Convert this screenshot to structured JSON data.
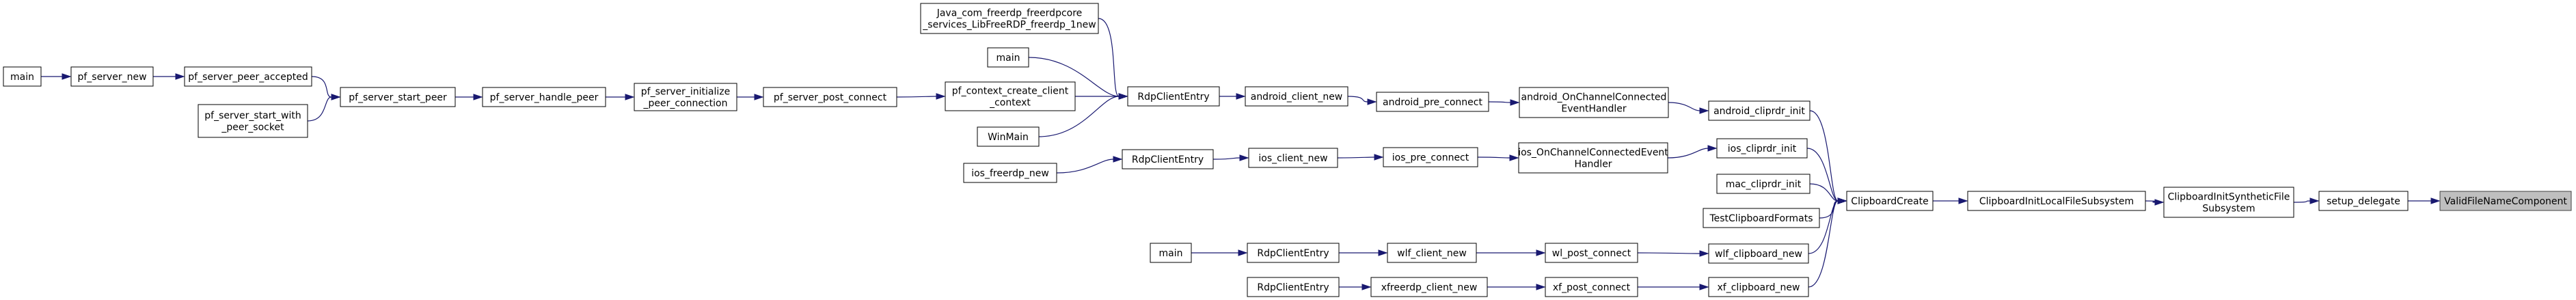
{
  "graph": {
    "colors": {
      "edge": "#191970",
      "node_border": "#000000",
      "node_fill": "#ffffff",
      "highlight_fill": "#bfbfbf"
    },
    "nodes": [
      {
        "id": "main1",
        "lines": [
          "main"
        ],
        "interactable": true
      },
      {
        "id": "pf_server_new",
        "lines": [
          "pf_server_new"
        ],
        "interactable": true
      },
      {
        "id": "pf_server_peer_accepted",
        "lines": [
          "pf_server_peer_accepted"
        ],
        "interactable": true
      },
      {
        "id": "pf_server_start_with_peer_socket",
        "lines": [
          "pf_server_start_with",
          "_peer_socket"
        ],
        "interactable": true
      },
      {
        "id": "pf_server_start_peer",
        "lines": [
          "pf_server_start_peer"
        ],
        "interactable": true
      },
      {
        "id": "pf_server_handle_peer",
        "lines": [
          "pf_server_handle_peer"
        ],
        "interactable": true
      },
      {
        "id": "pf_server_initialize_peer_connection",
        "lines": [
          "pf_server_initialize",
          "_peer_connection"
        ],
        "interactable": true
      },
      {
        "id": "pf_server_post_connect",
        "lines": [
          "pf_server_post_connect"
        ],
        "interactable": true
      },
      {
        "id": "java_libfreerdp",
        "lines": [
          "Java_com_freerdp_freerdpcore",
          "_services_LibFreeRDP_freerdp_1new"
        ],
        "interactable": true
      },
      {
        "id": "main2",
        "lines": [
          "main"
        ],
        "interactable": true
      },
      {
        "id": "pf_context_create_client_context",
        "lines": [
          "pf_context_create_client",
          "_context"
        ],
        "interactable": true
      },
      {
        "id": "winmain",
        "lines": [
          "WinMain"
        ],
        "interactable": true
      },
      {
        "id": "rdpclient1",
        "lines": [
          "RdpClientEntry"
        ],
        "interactable": true
      },
      {
        "id": "android_client_new",
        "lines": [
          "android_client_new"
        ],
        "interactable": true
      },
      {
        "id": "android_pre_connect",
        "lines": [
          "android_pre_connect"
        ],
        "interactable": true
      },
      {
        "id": "android_onchannel",
        "lines": [
          "android_OnChannelConnected",
          "EventHandler"
        ],
        "interactable": true
      },
      {
        "id": "android_cliprdr_init",
        "lines": [
          "android_cliprdr_init"
        ],
        "interactable": true
      },
      {
        "id": "ios_freerdp_new",
        "lines": [
          "ios_freerdp_new"
        ],
        "interactable": true
      },
      {
        "id": "rdpclient2",
        "lines": [
          "RdpClientEntry"
        ],
        "interactable": true
      },
      {
        "id": "ios_client_new",
        "lines": [
          "ios_client_new"
        ],
        "interactable": true
      },
      {
        "id": "ios_pre_connect",
        "lines": [
          "ios_pre_connect"
        ],
        "interactable": true
      },
      {
        "id": "ios_onchannel",
        "lines": [
          "ios_OnChannelConnectedEvent",
          "Handler"
        ],
        "interactable": true
      },
      {
        "id": "ios_cliprdr_init",
        "lines": [
          "ios_cliprdr_init"
        ],
        "interactable": true
      },
      {
        "id": "mac_cliprdr_init",
        "lines": [
          "mac_cliprdr_init"
        ],
        "interactable": true
      },
      {
        "id": "testclipboardformats",
        "lines": [
          "TestClipboardFormats"
        ],
        "interactable": true
      },
      {
        "id": "clipboardcreate",
        "lines": [
          "ClipboardCreate"
        ],
        "interactable": true
      },
      {
        "id": "clipboardinitlocalfilesubsystem",
        "lines": [
          "ClipboardInitLocalFileSubsystem"
        ],
        "interactable": true
      },
      {
        "id": "clipboardinitsyntheticfilesubsystem",
        "lines": [
          "ClipboardInitSyntheticFile",
          "Subsystem"
        ],
        "interactable": true
      },
      {
        "id": "setup_delegate",
        "lines": [
          "setup_delegate"
        ],
        "interactable": true
      },
      {
        "id": "validfilenamecomponent",
        "lines": [
          "ValidFileNameComponent"
        ],
        "interactable": false,
        "highlight": true
      },
      {
        "id": "main3",
        "lines": [
          "main"
        ],
        "interactable": true
      },
      {
        "id": "rdpclient3",
        "lines": [
          "RdpClientEntry"
        ],
        "interactable": true
      },
      {
        "id": "wlf_client_new",
        "lines": [
          "wlf_client_new"
        ],
        "interactable": true
      },
      {
        "id": "wl_post_connect",
        "lines": [
          "wl_post_connect"
        ],
        "interactable": true
      },
      {
        "id": "wlf_clipboard_new",
        "lines": [
          "wlf_clipboard_new"
        ],
        "interactable": true
      },
      {
        "id": "rdpclient4",
        "lines": [
          "RdpClientEntry"
        ],
        "interactable": true
      },
      {
        "id": "xfreerdp_client_new",
        "lines": [
          "xfreerdp_client_new"
        ],
        "interactable": true
      },
      {
        "id": "xf_post_connect",
        "lines": [
          "xf_post_connect"
        ],
        "interactable": true
      },
      {
        "id": "xf_clipboard_new",
        "lines": [
          "xf_clipboard_new"
        ],
        "interactable": true
      }
    ],
    "edges": [
      [
        "main1",
        "pf_server_new"
      ],
      [
        "pf_server_new",
        "pf_server_peer_accepted"
      ],
      [
        "pf_server_peer_accepted",
        "pf_server_start_peer"
      ],
      [
        "pf_server_start_with_peer_socket",
        "pf_server_start_peer"
      ],
      [
        "pf_server_start_peer",
        "pf_server_handle_peer"
      ],
      [
        "pf_server_handle_peer",
        "pf_server_initialize_peer_connection"
      ],
      [
        "pf_server_initialize_peer_connection",
        "pf_server_post_connect"
      ],
      [
        "pf_server_post_connect",
        "pf_context_create_client_context"
      ],
      [
        "java_libfreerdp",
        "rdpclient1"
      ],
      [
        "main2",
        "rdpclient1"
      ],
      [
        "pf_context_create_client_context",
        "rdpclient1"
      ],
      [
        "winmain",
        "rdpclient1"
      ],
      [
        "rdpclient1",
        "android_client_new"
      ],
      [
        "android_client_new",
        "android_pre_connect"
      ],
      [
        "android_pre_connect",
        "android_onchannel"
      ],
      [
        "android_onchannel",
        "android_cliprdr_init"
      ],
      [
        "android_cliprdr_init",
        "clipboardcreate"
      ],
      [
        "ios_freerdp_new",
        "rdpclient2"
      ],
      [
        "rdpclient2",
        "ios_client_new"
      ],
      [
        "ios_client_new",
        "ios_pre_connect"
      ],
      [
        "ios_pre_connect",
        "ios_onchannel"
      ],
      [
        "ios_onchannel",
        "ios_cliprdr_init"
      ],
      [
        "ios_cliprdr_init",
        "clipboardcreate"
      ],
      [
        "mac_cliprdr_init",
        "clipboardcreate"
      ],
      [
        "testclipboardformats",
        "clipboardcreate"
      ],
      [
        "wlf_clipboard_new",
        "clipboardcreate"
      ],
      [
        "xf_clipboard_new",
        "clipboardcreate"
      ],
      [
        "clipboardcreate",
        "clipboardinitlocalfilesubsystem"
      ],
      [
        "clipboardinitlocalfilesubsystem",
        "clipboardinitsyntheticfilesubsystem"
      ],
      [
        "clipboardinitsyntheticfilesubsystem",
        "setup_delegate"
      ],
      [
        "setup_delegate",
        "validfilenamecomponent"
      ],
      [
        "main3",
        "rdpclient3"
      ],
      [
        "rdpclient3",
        "wlf_client_new"
      ],
      [
        "wlf_client_new",
        "wl_post_connect"
      ],
      [
        "wl_post_connect",
        "wlf_clipboard_new"
      ],
      [
        "rdpclient4",
        "xfreerdp_client_new"
      ],
      [
        "xfreerdp_client_new",
        "xf_post_connect"
      ],
      [
        "xf_post_connect",
        "xf_clipboard_new"
      ]
    ]
  }
}
